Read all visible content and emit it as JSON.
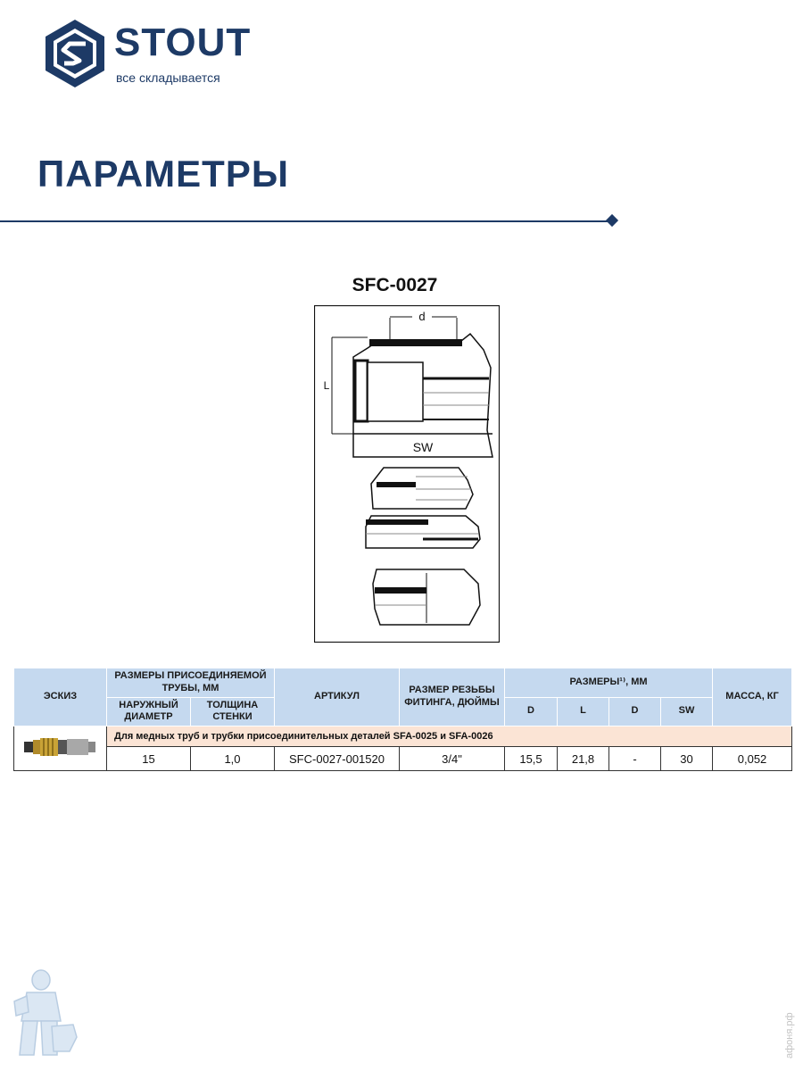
{
  "brand": {
    "name": "STOUT",
    "tagline": "все складывается",
    "color": "#1d3a66"
  },
  "page_title": "ПАРАМЕТРЫ",
  "model": "SFC-0027",
  "drawing_labels": {
    "d": "d",
    "L": "L",
    "SW": "SW"
  },
  "table": {
    "headers": {
      "sketch": "ЭСКИЗ",
      "pipe_group": "РАЗМЕРЫ ПРИСОЕДИНЯЕМОЙ ТРУБЫ, ММ",
      "outer_diameter": "НАРУЖНЫЙ ДИАМЕТР",
      "wall_thickness": "ТОЛЩИНА СТЕНКИ",
      "article": "АРТИКУЛ",
      "thread_size": "РАЗМЕР РЕЗЬБЫ ФИТИНГА, ДЮЙМЫ",
      "dimensions_group": "РАЗМЕРЫ¹⁾, ММ",
      "dim_d": "d",
      "dim_L": "L",
      "dim_D": "D",
      "dim_SW": "SW",
      "mass": "МАССА, КГ"
    },
    "note": "Для медных труб и трубки присоединительных деталей SFA-0025 и SFA-0026",
    "rows": [
      {
        "outer_diameter": "15",
        "wall_thickness": "1,0",
        "article": "SFC-0027-001520",
        "thread_size": "3/4\"",
        "d": "15,5",
        "L": "21,8",
        "D": "-",
        "SW": "30",
        "mass": "0,052"
      }
    ]
  },
  "watermark": "афоня.рф",
  "colors": {
    "header_bg": "#c5d9ef",
    "note_bg": "#fbe4d5"
  }
}
